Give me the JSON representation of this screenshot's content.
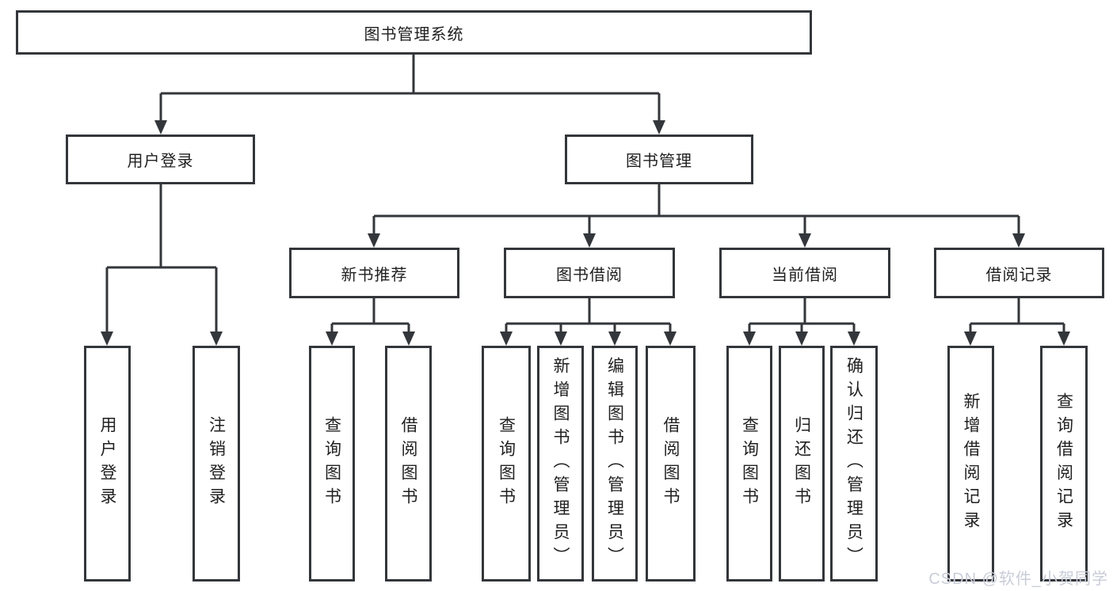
{
  "tree": {
    "root": {
      "label": "图书管理系统",
      "children": [
        {
          "label": "用户登录",
          "children": [
            {
              "label": "用户登录"
            },
            {
              "label": "注销登录"
            }
          ]
        },
        {
          "label": "图书管理",
          "children": [
            {
              "label": "新书推荐",
              "children": [
                {
                  "label": "查询图书"
                },
                {
                  "label": "借阅图书"
                }
              ]
            },
            {
              "label": "图书借阅",
              "children": [
                {
                  "label": "查询图书"
                },
                {
                  "label": "新增图书（管理员）"
                },
                {
                  "label": "编辑图书（管理员）"
                },
                {
                  "label": "借阅图书"
                }
              ]
            },
            {
              "label": "当前借阅",
              "children": [
                {
                  "label": "查询图书"
                },
                {
                  "label": "归还图书"
                },
                {
                  "label": "确认归还（管理员）"
                }
              ]
            },
            {
              "label": "借阅记录",
              "children": [
                {
                  "label": "新增借阅记录"
                },
                {
                  "label": "查询借阅记录"
                }
              ]
            }
          ]
        }
      ]
    }
  },
  "watermark": {
    "text": "CSDN @软件_小贺同学",
    "color": "#c9cdd8"
  },
  "colors": {
    "line": "#33363a",
    "box_border": "#33363a",
    "box_fill": "#ffffff",
    "text": "#1f1f1f",
    "background": "#ffffff"
  }
}
